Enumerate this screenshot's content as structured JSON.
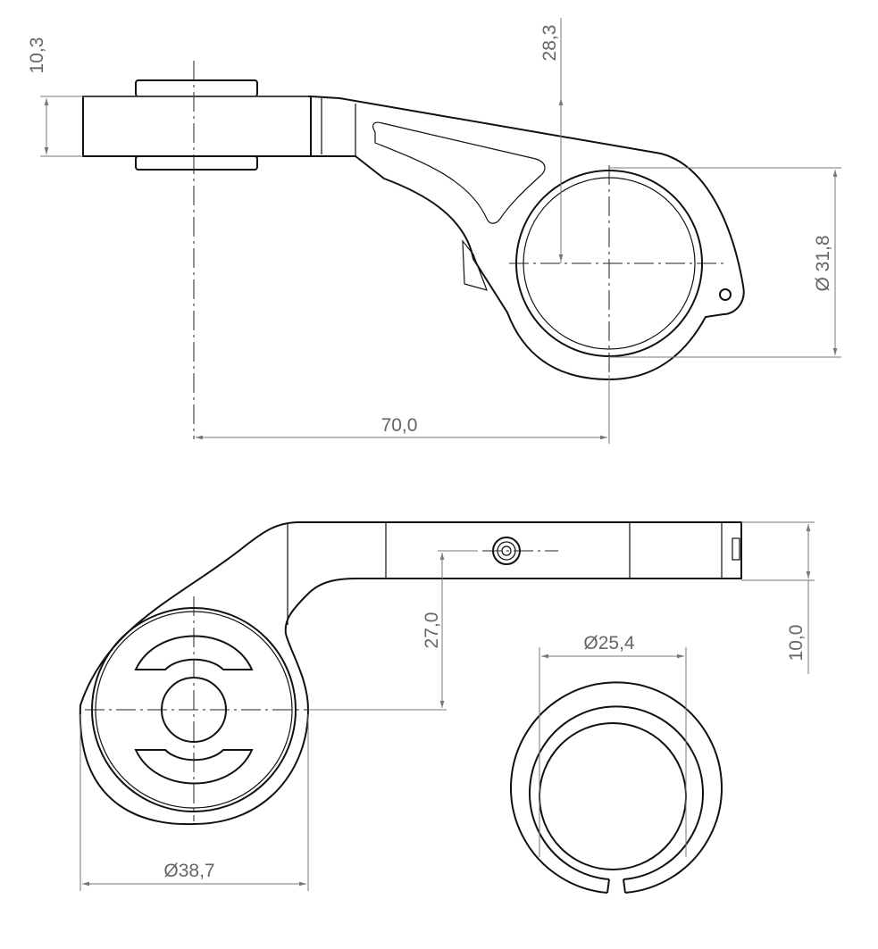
{
  "title": "Bicycle handlebar out-front mount technical drawing",
  "dimensions": {
    "plate_thickness": "10,3",
    "offset_height": "28,3",
    "clamp_diameter": "Ø 31,8",
    "reach": "70,0",
    "drop": "27,0",
    "shim_diameter": "Ø25,4",
    "bar_thickness": "10,0",
    "mount_diameter": "Ø38,7"
  },
  "colors": {
    "line": "#111111",
    "dimension": "#777777",
    "text": "#666666"
  }
}
